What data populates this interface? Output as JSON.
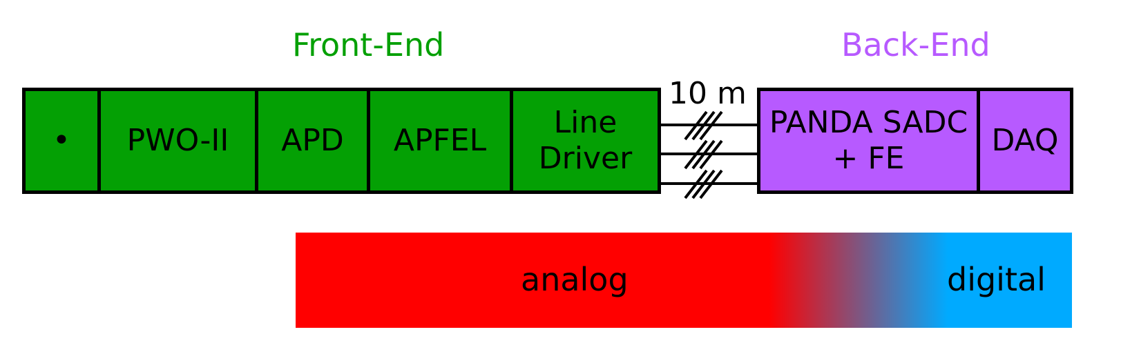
{
  "titles": {
    "front_end": "Front-End",
    "back_end": "Back-End"
  },
  "front_end_blocks": [
    "•",
    "PWO-II",
    "APD",
    "APFEL",
    "Line\nDriver"
  ],
  "back_end_blocks": [
    "PANDA SADC\n+ FE",
    "DAQ"
  ],
  "cable": {
    "length_label": "10 m",
    "line_count": 3
  },
  "signal_bar": {
    "left_label": "analog",
    "right_label": "digital"
  },
  "colors": {
    "front_end": "#04a004",
    "back_end": "#b75aff",
    "analog": "#ff0000",
    "digital": "#00aaff",
    "outline": "#000000"
  }
}
